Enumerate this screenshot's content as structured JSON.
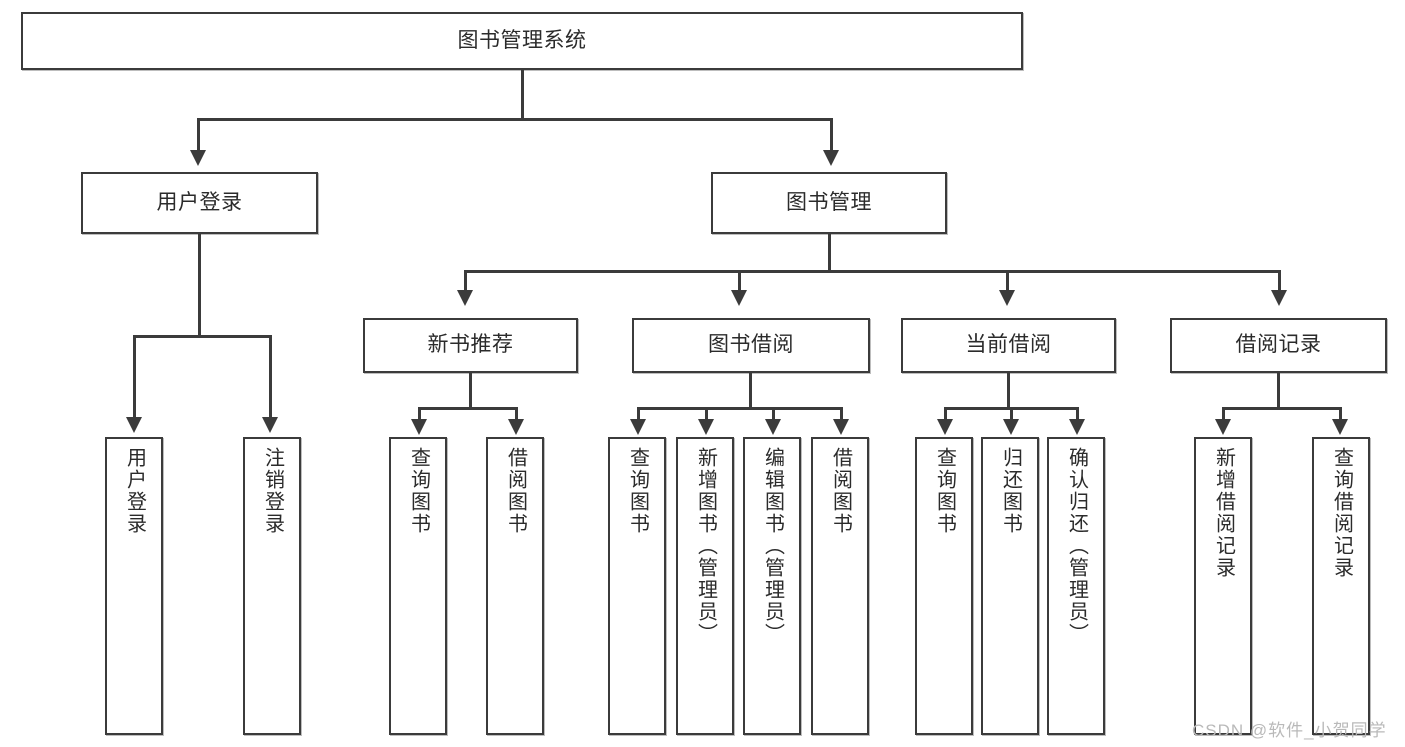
{
  "diagram": {
    "type": "tree-hierarchy",
    "title": "图书管理系统",
    "root": {
      "label": "图书管理系统"
    },
    "level1": [
      {
        "label": "用户登录"
      },
      {
        "label": "图书管理"
      }
    ],
    "level2": [
      {
        "label": "新书推荐",
        "parent": "图书管理"
      },
      {
        "label": "图书借阅",
        "parent": "图书管理"
      },
      {
        "label": "当前借阅",
        "parent": "图书管理"
      },
      {
        "label": "借阅记录",
        "parent": "图书管理"
      }
    ],
    "leaves": [
      {
        "label": "用户登录",
        "parent": "用户登录"
      },
      {
        "label": "注销登录",
        "parent": "用户登录"
      },
      {
        "label": "查询图书",
        "parent": "新书推荐"
      },
      {
        "label": "借阅图书",
        "parent": "新书推荐"
      },
      {
        "label": "查询图书",
        "parent": "图书借阅"
      },
      {
        "label": "新增图书（管理员）",
        "parent": "图书借阅"
      },
      {
        "label": "编辑图书（管理员）",
        "parent": "图书借阅"
      },
      {
        "label": "借阅图书",
        "parent": "图书借阅"
      },
      {
        "label": "查询图书",
        "parent": "当前借阅"
      },
      {
        "label": "归还图书",
        "parent": "当前借阅"
      },
      {
        "label": "确认归还（管理员）",
        "parent": "当前借阅"
      },
      {
        "label": "新增借阅记录",
        "parent": "借阅记录"
      },
      {
        "label": "查询借阅记录",
        "parent": "借阅记录"
      }
    ]
  },
  "watermark": {
    "text": "CSDN @软件_小贺同学"
  },
  "colors": {
    "stroke": "#3b3b3b",
    "background": "#ffffff",
    "text": "#2b2b2b",
    "watermark": "#b9b9b9"
  }
}
